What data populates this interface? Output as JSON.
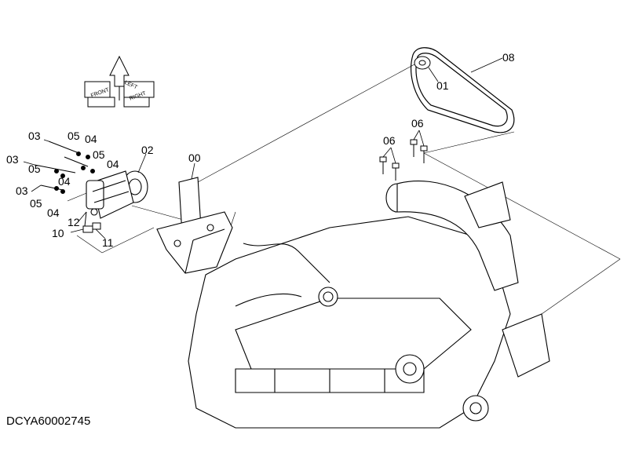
{
  "diagram": {
    "drawing_code": "DCYA60002745",
    "orientation_marker": {
      "labels": [
        "FRONT",
        "LEFT",
        "RIGHT"
      ]
    },
    "callouts": [
      {
        "id": "c-08",
        "text": "08"
      },
      {
        "id": "c-01",
        "text": "01"
      },
      {
        "id": "c-06a",
        "text": "06"
      },
      {
        "id": "c-06b",
        "text": "06"
      },
      {
        "id": "c-00",
        "text": "00"
      },
      {
        "id": "c-02",
        "text": "02"
      },
      {
        "id": "c-03a",
        "text": "03"
      },
      {
        "id": "c-03b",
        "text": "03"
      },
      {
        "id": "c-03c",
        "text": "03"
      },
      {
        "id": "c-05a",
        "text": "05"
      },
      {
        "id": "c-05b",
        "text": "05"
      },
      {
        "id": "c-05c",
        "text": "05"
      },
      {
        "id": "c-05d",
        "text": "05"
      },
      {
        "id": "c-04a",
        "text": "04"
      },
      {
        "id": "c-04b",
        "text": "04"
      },
      {
        "id": "c-04c",
        "text": "04"
      },
      {
        "id": "c-04d",
        "text": "04"
      },
      {
        "id": "c-12",
        "text": "12"
      },
      {
        "id": "c-10",
        "text": "10"
      },
      {
        "id": "c-11",
        "text": "11"
      }
    ]
  }
}
